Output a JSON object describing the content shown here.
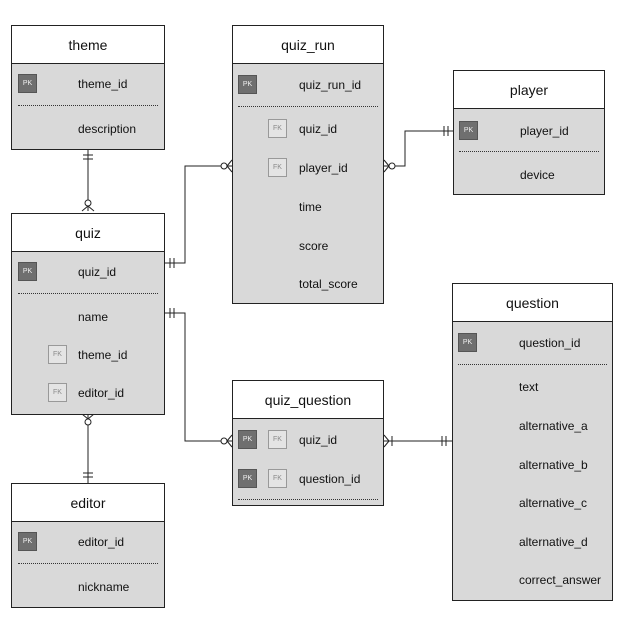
{
  "entities": {
    "theme": {
      "title": "theme",
      "pk": "PK",
      "fields": [
        "theme_id",
        "description"
      ]
    },
    "quiz": {
      "title": "quiz",
      "pk": "PK",
      "fk": "FK",
      "fields": [
        "quiz_id",
        "name",
        "theme_id",
        "editor_id"
      ]
    },
    "editor": {
      "title": "editor",
      "pk": "PK",
      "fields": [
        "editor_id",
        "nickname"
      ]
    },
    "quiz_run": {
      "title": "quiz_run",
      "pk": "PK",
      "fk": "FK",
      "fields": [
        "quiz_run_id",
        "quiz_id",
        "player_id",
        "time",
        "score",
        "total_score"
      ]
    },
    "player": {
      "title": "player",
      "pk": "PK",
      "fields": [
        "player_id",
        "device"
      ]
    },
    "quiz_question": {
      "title": "quiz_question",
      "pk": "PK",
      "fk": "FK",
      "fields": [
        "quiz_id",
        "question_id"
      ]
    },
    "question": {
      "title": "question",
      "pk": "PK",
      "fields": [
        "question_id",
        "text",
        "alternative_a",
        "alternative_b",
        "alternative_c",
        "alternative_d",
        "correct_answer"
      ]
    }
  },
  "relationships": [
    {
      "from": "theme",
      "to": "quiz",
      "from_card": "one",
      "to_card": "zero-or-many"
    },
    {
      "from": "quiz",
      "to": "editor",
      "from_card": "zero-or-many",
      "to_card": "one"
    },
    {
      "from": "quiz",
      "to": "quiz_run",
      "from_card": "one",
      "to_card": "zero-or-many"
    },
    {
      "from": "quiz_run",
      "to": "player",
      "from_card": "zero-or-many",
      "to_card": "one"
    },
    {
      "from": "quiz",
      "to": "quiz_question",
      "from_card": "one",
      "to_card": "zero-or-many"
    },
    {
      "from": "quiz_question",
      "to": "question",
      "from_card": "one-or-many",
      "to_card": "one"
    }
  ]
}
